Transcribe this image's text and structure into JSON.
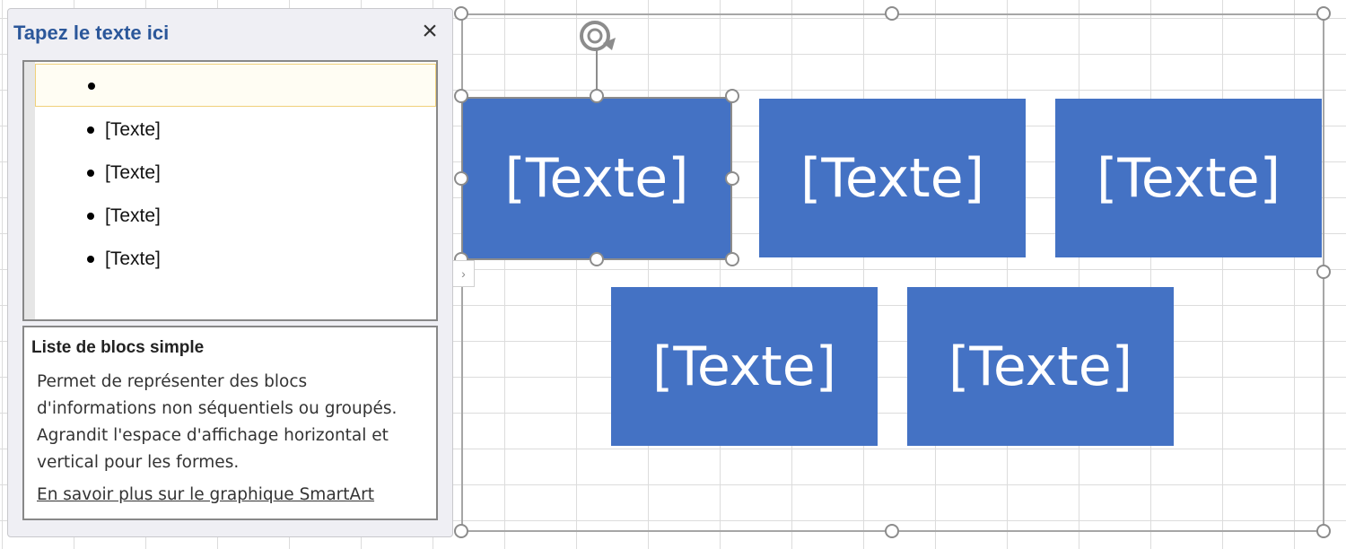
{
  "text_pane": {
    "title": "Tapez le texte ici",
    "close_icon": "close-icon",
    "items": [
      {
        "text": ""
      },
      {
        "text": "[Texte]"
      },
      {
        "text": "[Texte]"
      },
      {
        "text": "[Texte]"
      },
      {
        "text": "[Texte]"
      }
    ],
    "description": {
      "title": "Liste de blocs simple",
      "body": "Permet de représenter des blocs d'informations non séquentiels ou groupés. Agrandit l'espace d'affichage horizontal et vertical pour les formes.",
      "link": "En savoir plus sur le graphique SmartArt"
    }
  },
  "smartart": {
    "boxes": [
      {
        "text": "[Texte]"
      },
      {
        "text": "[Texte]"
      },
      {
        "text": "[Texte]"
      },
      {
        "text": "[Texte]"
      },
      {
        "text": "[Texte]"
      }
    ],
    "box_color": "#4472c4",
    "rotate_icon": "rotate-handle-icon",
    "expander_icon": "chevron-right-icon"
  }
}
